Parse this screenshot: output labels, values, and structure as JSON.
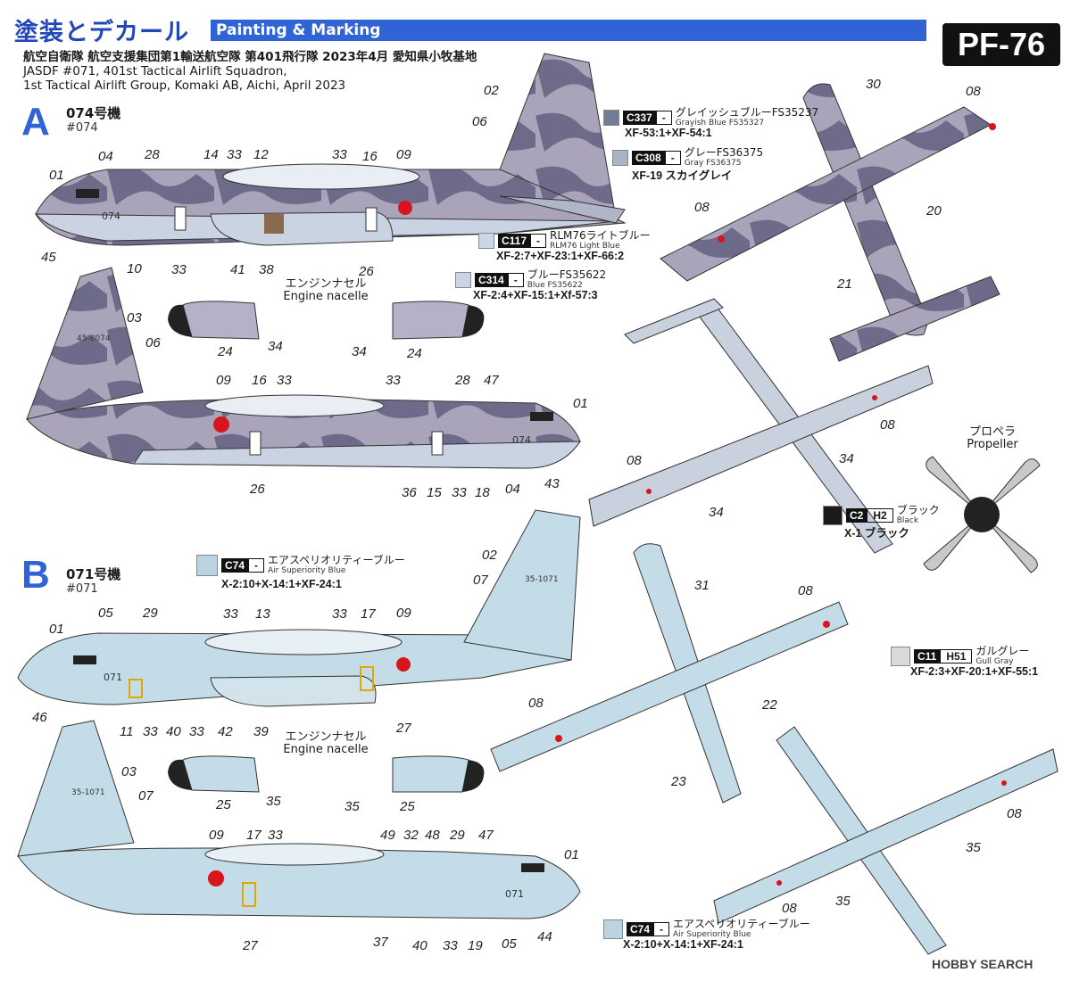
{
  "header": {
    "title_jp": "塗装とデカール",
    "title_en": "Painting & Marking",
    "product_code": "PF-76"
  },
  "unit": {
    "line_jp": "航空自衛隊 航空支援集団第1輸送航空隊 第401飛行隊 2023年4月 愛知県小牧基地",
    "line_en1": "JASDF #071, 401st Tactical Airlift Squadron,",
    "line_en2": "1st Tactical Airlift Group, Komaki AB, Aichi, April 2023"
  },
  "scheme_a": {
    "letter": "A",
    "aircraft_jp": "074号機",
    "aircraft_en": "#074",
    "side_code": "074",
    "tail_code": "45-8074"
  },
  "scheme_b": {
    "letter": "B",
    "aircraft_jp": "071号機",
    "aircraft_en": "#071",
    "side_code": "071",
    "tail_code": "35-1071"
  },
  "labels": {
    "nacelle_a_jp": "エンジンナセル",
    "nacelle_a_en": "Engine nacelle",
    "nacelle_b_jp": "エンジンナセル",
    "nacelle_b_en": "Engine nacelle",
    "propeller_jp": "プロペラ",
    "propeller_en": "Propeller"
  },
  "paints": {
    "c337": {
      "code": "C337",
      "code2": "-",
      "name_jp": "グレイッシュブルーFS35237",
      "name_en": "Grayish Blue FS35327",
      "mix": "XF-53:1+XF-54:1",
      "color": "#6f7e93"
    },
    "c308": {
      "code": "C308",
      "code2": "-",
      "name_jp": "グレーFS36375",
      "name_en": "Gray FS36375",
      "mix": "XF-19 スカイグレイ",
      "color": "#aab5c3"
    },
    "c117": {
      "code": "C117",
      "code2": "-",
      "name_jp": "RLM76ライトブルー",
      "name_en": "RLM76 Light Blue",
      "mix": "XF-2:7+XF-23:1+XF-66:2",
      "color": "#c9d8e4"
    },
    "c314": {
      "code": "C314",
      "code2": "-",
      "name_jp": "ブルーFS35622",
      "name_en": "Blue FS35622",
      "mix": "XF-2:4+XF-15:1+Xf-57:3",
      "color": "#cdd4e3"
    },
    "c74a": {
      "code": "C74",
      "code2": "-",
      "name_jp": "エアスペリオリティーブルー",
      "name_en": "Air Superiority Blue",
      "mix": "X-2:10+X-14:1+XF-24:1",
      "color": "#bcd4e2"
    },
    "c2": {
      "code": "C2",
      "code2": "H2",
      "name_jp": "ブラック",
      "name_en": "Black",
      "mix": "X-1 ブラック",
      "color": "#1a1a1a"
    },
    "c11": {
      "code": "C11",
      "code2": "H51",
      "name_jp": "ガルグレー",
      "name_en": "Gull Gray",
      "mix": "XF-2:3+XF-20:1+XF-55:1",
      "color": "#d9d9d9"
    },
    "c74b": {
      "code": "C74",
      "code2": "-",
      "name_jp": "エアスペリオリティーブルー",
      "name_en": "Air Superiority Blue",
      "mix": "X-2:10+X-14:1+XF-24:1",
      "color": "#bcd4e2"
    }
  },
  "callouts_a_side": [
    "01",
    "04",
    "28",
    "14",
    "33",
    "12",
    "33",
    "16",
    "09",
    "02",
    "06",
    "45",
    "10",
    "33",
    "41",
    "38",
    "26"
  ],
  "callouts_a_left": [
    "03",
    "06",
    "09",
    "16",
    "33",
    "33",
    "28",
    "47",
    "01",
    "26",
    "36",
    "15",
    "33",
    "18",
    "04",
    "43"
  ],
  "callouts_a_nacelle": [
    "24",
    "34",
    "34",
    "24"
  ],
  "callouts_a_plan": [
    "30",
    "08",
    "08",
    "20",
    "21",
    "08",
    "34",
    "08",
    "34"
  ],
  "callouts_b_side": [
    "01",
    "05",
    "29",
    "33",
    "13",
    "33",
    "17",
    "09",
    "02",
    "07",
    "46",
    "11",
    "33",
    "40",
    "33",
    "42",
    "39",
    "27"
  ],
  "callouts_b_left": [
    "03",
    "07",
    "09",
    "17",
    "33",
    "49",
    "32",
    "48",
    "29",
    "47",
    "01",
    "27",
    "37",
    "40",
    "33",
    "19",
    "05",
    "44"
  ],
  "callouts_b_nacelle": [
    "25",
    "35",
    "35",
    "25"
  ],
  "callouts_b_plan": [
    "31",
    "08",
    "08",
    "22",
    "23",
    "08",
    "35",
    "35",
    "08"
  ],
  "watermark": "HOBBY SEARCH",
  "colors": {
    "accent": "#2f63d6",
    "title_blue": "#2247b8",
    "camo_dark": "#6b6a86",
    "camo_light": "#a9a3b9",
    "hinomaru": "#d8141c",
    "b_fuselage": "#c4dce8"
  }
}
